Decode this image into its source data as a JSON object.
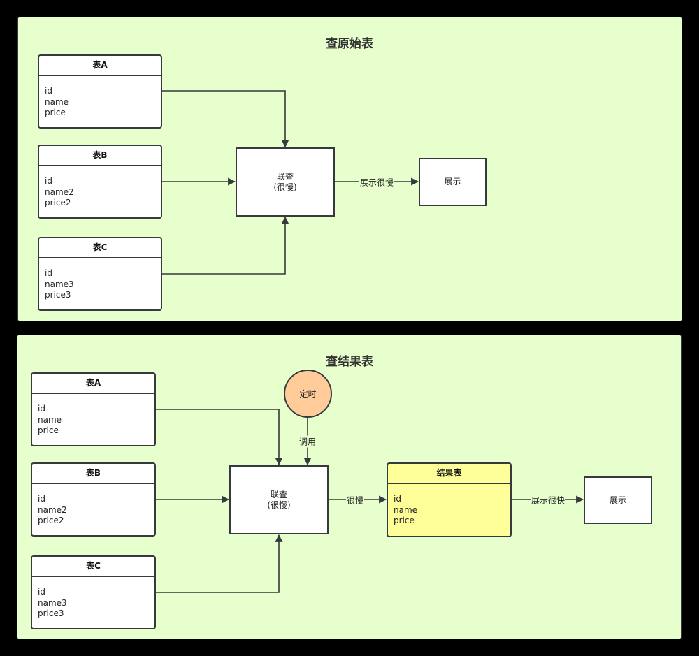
{
  "panels": [
    {
      "title": "查原始表",
      "tables": [
        {
          "header": "表A",
          "fields": [
            "id",
            "name",
            "price"
          ]
        },
        {
          "header": "表B",
          "fields": [
            "id",
            "name2",
            "price2"
          ]
        },
        {
          "header": "表C",
          "fields": [
            "id",
            "name3",
            "price3"
          ]
        }
      ],
      "join": {
        "line1": "联查",
        "line2": "(很慢)"
      },
      "edge_label": "展示很慢",
      "display": "展示"
    },
    {
      "title": "查结果表",
      "tables": [
        {
          "header": "表A",
          "fields": [
            "id",
            "name",
            "price"
          ]
        },
        {
          "header": "表B",
          "fields": [
            "id",
            "name2",
            "price2"
          ]
        },
        {
          "header": "表C",
          "fields": [
            "id",
            "name3",
            "price3"
          ]
        }
      ],
      "timer": "定时",
      "call_label": "调用",
      "join": {
        "line1": "联查",
        "line2": "(很慢)"
      },
      "slow_label": "很慢",
      "result_table": {
        "header": "结果表",
        "fields": [
          "id",
          "name",
          "price"
        ]
      },
      "fast_label": "展示很快",
      "display": "展示"
    }
  ]
}
